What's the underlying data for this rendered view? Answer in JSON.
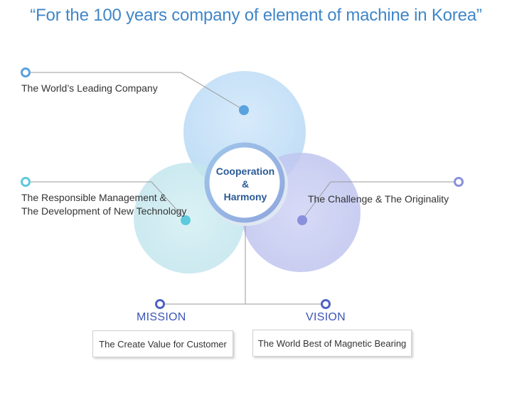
{
  "title": "“For the 100 years company of element of machine in Korea”",
  "center": {
    "line1": "Cooperation",
    "line2": "&",
    "line3": "Harmony"
  },
  "nodes": {
    "top": "The World’s Leading Company",
    "left_line1": "The Responsible Management &",
    "left_line2": "The Development of New Technology",
    "right": "The Challenge & The Originality"
  },
  "mission": {
    "heading": "MISSION",
    "text": "The Create Value for Customer"
  },
  "vision": {
    "heading": "VISION",
    "text": "The World Best of Magnetic Bearing"
  },
  "colors": {
    "title": "#3f86c8",
    "circle_top": "#bcdcf6",
    "circle_left": "#c4e8ee",
    "circle_right": "#c3c8f0",
    "center_ring": "#8fb4e0",
    "heading": "#3c55b5"
  }
}
